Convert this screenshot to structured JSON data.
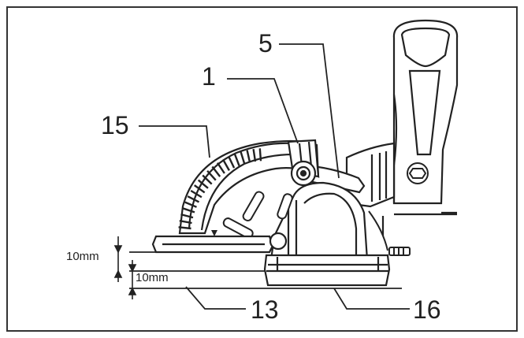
{
  "figure": {
    "callouts": {
      "c1": "1",
      "c5": "5",
      "c13": "13",
      "c15": "15",
      "c16": "16"
    },
    "dimensions": {
      "upper": "10mm",
      "lower": "10mm"
    }
  },
  "colors": {
    "line": "#222222",
    "paper": "#ffffff"
  }
}
